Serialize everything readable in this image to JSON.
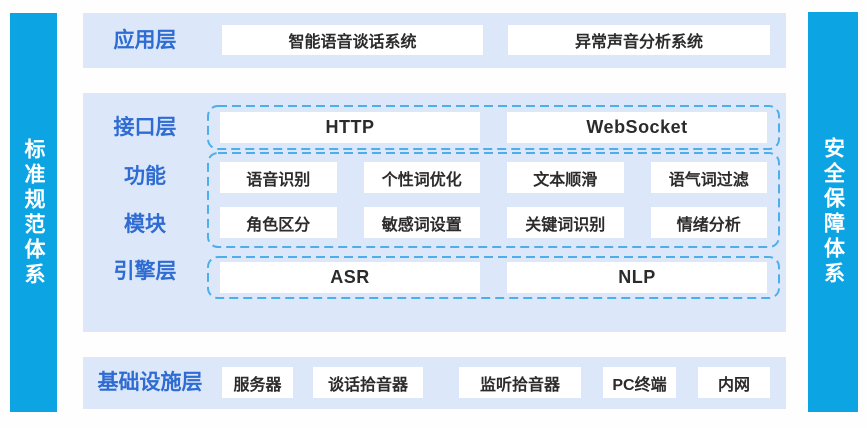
{
  "colors": {
    "bar_blue": "#0ca4e2",
    "band_bg": "#dce8fa",
    "label_blue": "#2e6bd2",
    "dash_blue": "#4dafea",
    "box_bg": "#ffffff",
    "box_text": "#2b2b2b",
    "page_bg": "#fefefe"
  },
  "sidebars": {
    "left": "标准规范体系",
    "right": "安全保障体系"
  },
  "app_layer": {
    "label": "应用层",
    "box1": "智能语音谈话系统",
    "box2": "异常声音分析系统"
  },
  "interface_layer": {
    "label": "接口层",
    "box1": "HTTP",
    "box2": "WebSocket"
  },
  "function_module": {
    "label_line1": "功能",
    "label_line2": "模块",
    "row1": [
      "语音识别",
      "个性词优化",
      "文本顺滑",
      "语气词过滤"
    ],
    "row2": [
      "角色区分",
      "敏感词设置",
      "关键词识别",
      "情绪分析"
    ]
  },
  "engine_layer": {
    "label": "引擎层",
    "box1": "ASR",
    "box2": "NLP"
  },
  "infra_layer": {
    "label": "基础设施层",
    "boxes": [
      "服务器",
      "谈话拾音器",
      "监听拾音器",
      "PC终端",
      "内网"
    ]
  }
}
